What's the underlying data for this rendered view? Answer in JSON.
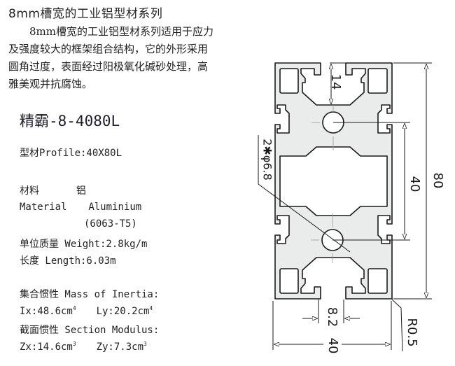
{
  "header": {
    "title": "8mm槽宽的工业铝型材系列"
  },
  "intro": {
    "lines": [
      "8mm槽宽的工业铝型材系列适用于应力",
      "及强度较大的框架组合结构，它的外形采用",
      "圆角过度，表面经过阳极氧化碱砂处理，高",
      "雅美观并抗腐蚀。"
    ]
  },
  "product": {
    "model": "精霸-8-4080L",
    "profile_label": "型材Profile:40X80L",
    "material_cn_label": "材料",
    "material_cn_value": "铝",
    "material_en_label": "Material",
    "material_en_value": "Aluminium",
    "alloy": "(6063-T5)",
    "weight": "单位质量 Weight:2.8kg/m",
    "length": "长度 Length:6.03m",
    "inertia_label": "集合惯性 Mass of Inertia:",
    "ix": "Ix:48.6cm",
    "ix_exp": "4",
    "ly": "Ly:20.2cm",
    "ly_exp": "4",
    "modulus_label": "截面惯性 Section Modulus:",
    "zx": "Zx:14.6cm",
    "zx_exp": "3",
    "zy": "Zy:7.3cm",
    "zy_exp": "3"
  },
  "drawing": {
    "dim_slot_depth": "14",
    "dim_height": "80",
    "dim_hole_spacing": "40",
    "dim_width": "40",
    "dim_slot_width": "8.2",
    "dim_radius": "R0.5",
    "dim_hole": "2✱φ6.8",
    "profile_fill": "#e9ecea",
    "line_color": "#1a1a1a"
  }
}
